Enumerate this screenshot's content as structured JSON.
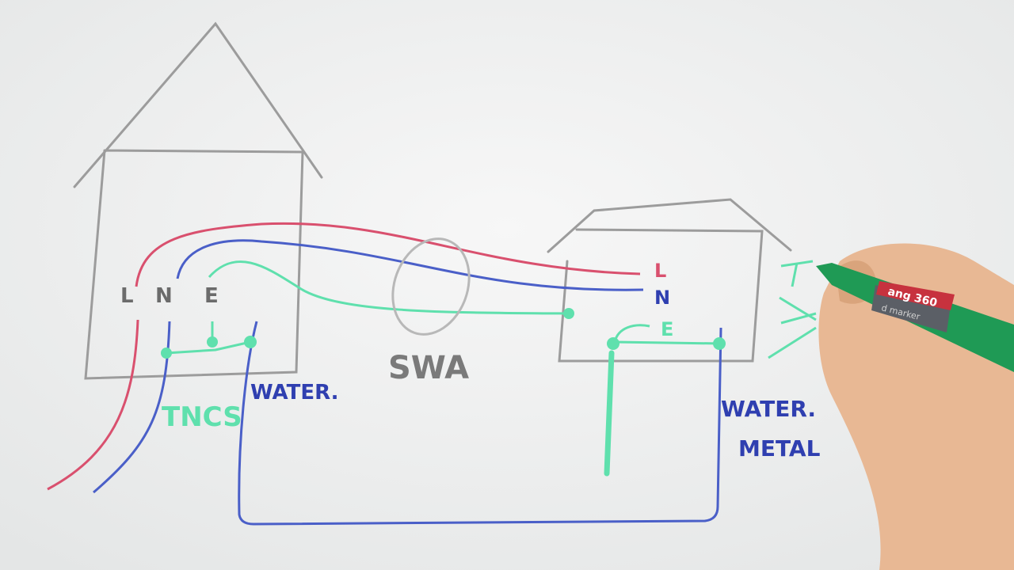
{
  "colors": {
    "board": "#f2f3f3",
    "building": "#9c9c9c",
    "live": "#d9506e",
    "neutral": "#4a5fc8",
    "earth": "#5fe0ad",
    "label_grey": "#6b6b6b",
    "label_blue": "#2f3fb0",
    "hand": "#e8b894",
    "marker_body": "#1f9a55"
  },
  "house": {
    "terminals": [
      "L",
      "N",
      "E"
    ],
    "earthing_label": "TNCS",
    "water_label": "WATER."
  },
  "cable": {
    "label": "SWA"
  },
  "outbuilding": {
    "terminals": [
      "L",
      "N",
      "E"
    ],
    "water_label_line1": "WATER.",
    "water_label_line2": "METAL"
  },
  "marker": {
    "brand_text": "ang 360",
    "sub_text": "d marker"
  }
}
